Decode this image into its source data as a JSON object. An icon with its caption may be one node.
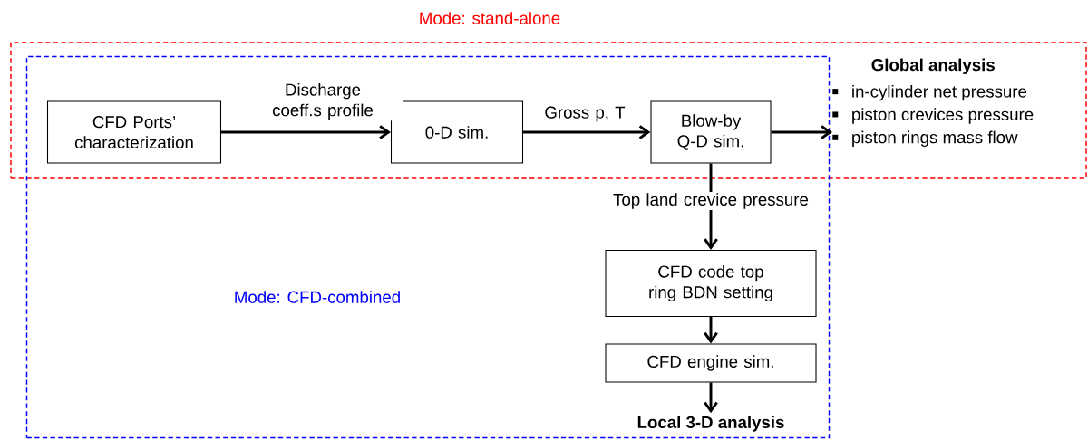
{
  "diagram": {
    "nodes": [
      {
        "text": [
          "Mode: stand-alone"
        ]
      },
      {
        "text": [
          "Mode: CFD-combined"
        ]
      },
      {
        "text": [
          "CFD Ports’ characterization"
        ]
      },
      {
        "text": [
          "0-D sim."
        ]
      },
      {
        "text": [
          "Blow-by Q-D sim."
        ]
      },
      {
        "text": [
          "Global analysis",
          "in-cylinder net pressure",
          "piston crevices pressure",
          "piston rings mass flow"
        ],
        "in": 0
      },
      {
        "text": [
          "CFD code top ring BDN setting"
        ],
        "in": 1
      },
      {
        "text": [
          "CFD engine sim."
        ],
        "in": 1
      },
      {
        "text": [
          "Local 3-D analysis"
        ],
        "in": 1
      }
    ],
    "edges": [
      {
        "from": 2,
        "to": 3,
        "arrow": "to",
        "label": "Discharge coeff.s profile"
      },
      {
        "from": 3,
        "to": 4,
        "arrow": "to",
        "label": "Gross p, T"
      },
      {
        "from": 4,
        "to": 5,
        "arrow": "to"
      },
      {
        "from": 4,
        "to": 6,
        "arrow": "to",
        "label": "Top land crevice pressure"
      },
      {
        "from": 6,
        "to": 7,
        "arrow": "to"
      },
      {
        "from": 7,
        "to": 8,
        "arrow": "to"
      }
    ]
  }
}
